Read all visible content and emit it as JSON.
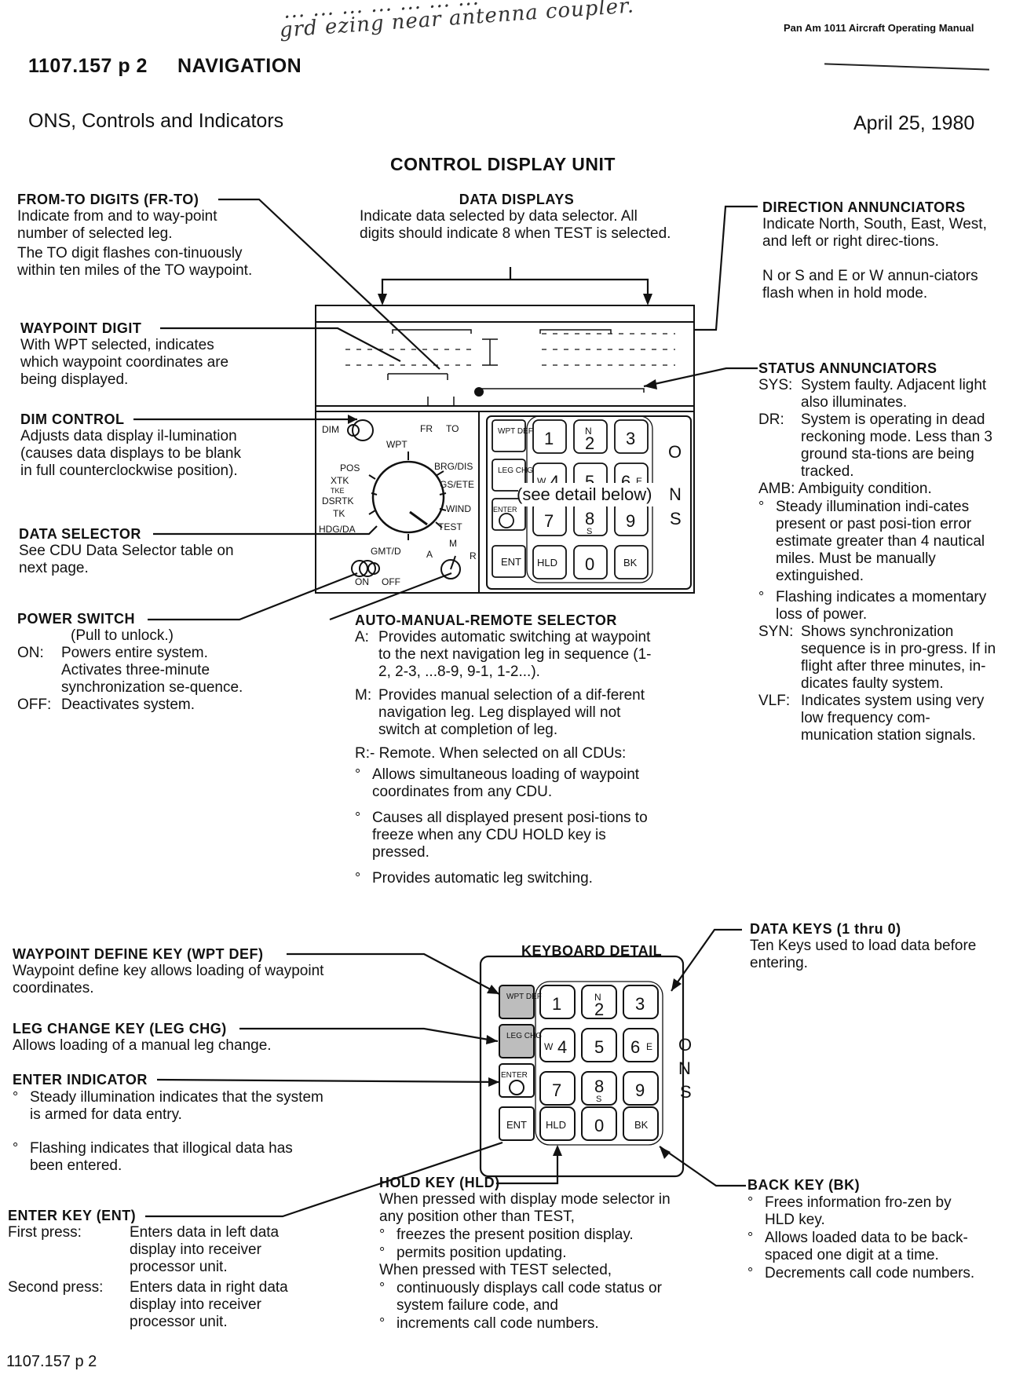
{
  "handwriting": {
    "line1": "... ... ... ... ... ... ...",
    "line2": "grd ezing near antenna coupler."
  },
  "header": {
    "manual": "Pan Am 1011 Aircraft Operating Manual",
    "section_code": "1107.157 p 2",
    "section_name": "NAVIGATION",
    "subtitle": "ONS, Controls and Indicators",
    "date": "April 25, 1980"
  },
  "cdu": {
    "title": "CONTROL DISPLAY UNIT",
    "from_to": {
      "heading": "FROM-TO DIGITS (FR-TO)",
      "body1": "Indicate from and to way-point number of selected leg.",
      "body2": "The TO digit flashes con-tinuously within ten miles of the TO waypoint."
    },
    "waypoint_digit": {
      "heading": "WAYPOINT DIGIT",
      "body": "With WPT selected, indicates which waypoint coordinates are being displayed."
    },
    "dim_control": {
      "heading": "DIM CONTROL",
      "body": "Adjusts data display il-lumination (causes data displays to be blank in full counterclockwise position)."
    },
    "data_selector": {
      "heading": "DATA SELECTOR",
      "body": "See CDU Data Selector table on next page."
    },
    "power_switch": {
      "heading": "POWER SWITCH",
      "note": "(Pull to unlock.)",
      "items": [
        {
          "key": "ON:",
          "text": "Powers entire system. Activates three-minute synchronization se-quence."
        },
        {
          "key": "OFF:",
          "text": "Deactivates system."
        }
      ]
    },
    "data_displays": {
      "heading": "DATA DISPLAYS",
      "body": "Indicate data selected by data selector. All digits should indicate 8 when TEST is selected."
    },
    "direction_annunciators": {
      "heading": "DIRECTION ANNUNCIATORS",
      "body1": "Indicate North, South, East, West, and left or right direc-tions.",
      "body2": "N or S and E or W annun-ciators flash when in hold mode."
    },
    "status_annunciators": {
      "heading": "STATUS ANNUNCIATORS",
      "sys_key": "SYS:",
      "sys": "System faulty. Adjacent light also illuminates.",
      "dr_key": "DR:",
      "dr": "System is operating in dead reckoning mode. Less than 3 ground sta-tions are being tracked.",
      "amb": "AMB: Ambiguity condition.",
      "amb_bullets": [
        "Steady illumination indi-cates present or past posi-tion error estimate greater than 4 nautical miles. Must be manually extinguished.",
        "Flashing indicates a momentary loss of power."
      ],
      "syn_key": "SYN:",
      "syn": "Shows synchronization sequence is in pro-gress. If in flight after three minutes, in-dicates faulty system.",
      "vlf_key": "VLF:",
      "vlf": "Indicates system using very low frequency com-munication station signals."
    },
    "amr_selector": {
      "heading": "AUTO-MANUAL-REMOTE SELECTOR",
      "a_key": "A:",
      "a": "Provides automatic switching at waypoint to the next navigation leg in sequence (1-2, 2-3, ...8-9, 9-1, 1-2...).",
      "m_key": "M:",
      "m": "Provides manual selection of a dif-ferent navigation leg. Leg displayed will not switch at completion of leg.",
      "r": "R:- Remote. When selected on all CDUs:",
      "r_bullets": [
        "Allows simultaneous loading of waypoint coordinates from any CDU.",
        "Causes all displayed present posi-tions to freeze when any CDU HOLD key is pressed.",
        "Provides automatic leg switching."
      ]
    },
    "panel": {
      "dim": "DIM",
      "fr": "FR",
      "to": "TO",
      "wpt": "WPT",
      "pos": "POS",
      "xtk": "XTK",
      "tke": "TKE",
      "dsrtk": "DSRTK",
      "tk": "TK",
      "hdg_da": "HDG/DA",
      "gmt_d": "GMT/D",
      "brg_dis": "BRG/DIS",
      "gs_ete": "GS/ETE",
      "wind": "WIND",
      "test": "TEST",
      "on": "ON",
      "off": "OFF",
      "a": "A",
      "m": "M",
      "r": "R",
      "see_detail": "(see detail below)"
    }
  },
  "keyboard": {
    "title": "KEYBOARD DETAIL",
    "ons": [
      "O",
      "N",
      "S"
    ],
    "keys": {
      "wpt_def": "WPT DEF",
      "leg_chg": "LEG CHG",
      "enter": "ENTER",
      "ent": "ENT",
      "hld": "HLD",
      "bk": "BK",
      "k1": "1",
      "k2": "2",
      "k2s": "N",
      "k3": "3",
      "k4": "4",
      "k4s": "W",
      "k5": "5",
      "k6": "6",
      "k6s": "E",
      "k7": "7",
      "k8": "8",
      "k8s": "S",
      "k9": "9",
      "k0": "0"
    },
    "wpt_def_key": {
      "heading": "WAYPOINT DEFINE KEY (WPT DEF)",
      "body": "Waypoint define key allows loading of waypoint coordinates."
    },
    "leg_chg_key": {
      "heading": "LEG CHANGE KEY (LEG CHG)",
      "body": "Allows loading of a manual leg change."
    },
    "enter_indicator": {
      "heading": "ENTER INDICATOR",
      "bullets": [
        "Steady illumination indicates that the system is armed for data entry.",
        "Flashing indicates that illogical data has been entered."
      ]
    },
    "enter_key": {
      "heading": "ENTER KEY (ENT)",
      "first_key": "First press:",
      "first": "Enters data in left data display into receiver processor unit.",
      "second_key": "Second press:",
      "second": "Enters data in right data display into receiver processor unit."
    },
    "data_keys": {
      "heading": "DATA KEYS (1 thru 0)",
      "body": "Ten Keys used to load data before entering."
    },
    "hold_key": {
      "heading": "HOLD KEY (HLD)",
      "body": "When pressed with display mode selector in any position other than TEST,",
      "bullets1": [
        "freezes the present position display.",
        "permits position updating."
      ],
      "body2": "When pressed with TEST selected,",
      "bullets2": [
        "continuously displays call code status or system failure code, and",
        "increments call code numbers."
      ]
    },
    "back_key": {
      "heading": "BACK KEY (BK)",
      "bullets": [
        "Frees information fro-zen by HLD key.",
        "Allows loaded data to be back-spaced one digit at a time.",
        "Decrements call code numbers."
      ]
    }
  },
  "footer": {
    "page": "1107.157 p 2"
  }
}
